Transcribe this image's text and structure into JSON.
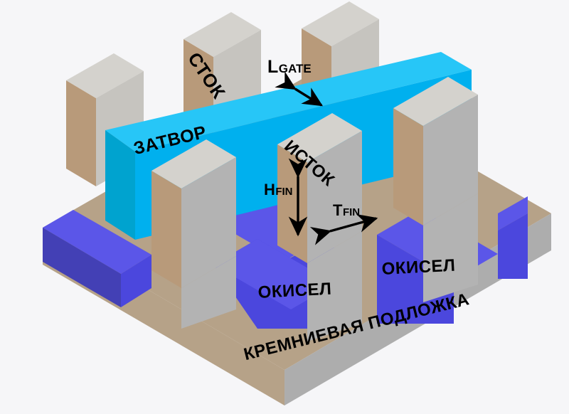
{
  "diagram": {
    "title": "FinFET transistor structure",
    "background_color": "#f6f6f8",
    "labels": {
      "gate": "ЗАТВОР",
      "drain": "СТОК",
      "source": "ИСТОК",
      "oxide_left": "ОКИСЕЛ",
      "oxide_right": "ОКИСЕЛ",
      "substrate": "КРЕМНИЕВАЯ ПОДЛОЖКА",
      "l_gate_main": "L",
      "l_gate_sub": "GATE",
      "h_fin_main": "H",
      "h_fin_sub": "FIN",
      "t_fin_main": "T",
      "t_fin_sub": "FIN"
    },
    "colors": {
      "gate_top": "#27c6f7",
      "gate_front": "#00b0ee",
      "gate_side": "#00a3cf",
      "fin_top": "#d4d2cd",
      "fin_left": "#b89a7a",
      "fin_right": "#b3b3b3",
      "oxide_top": "#5b56e8",
      "oxide_front": "#4340b5",
      "oxide_face": "#4b47dd",
      "substrate_top": "#b6a288",
      "substrate_front": "#adadad",
      "substrate_side": "#9d9d9d",
      "arrow": "#000000"
    },
    "dimension_markers": [
      {
        "name": "L_GATE",
        "meaning": "gate length",
        "orientation": "diagonal-down-right"
      },
      {
        "name": "H_FIN",
        "meaning": "fin height",
        "orientation": "vertical"
      },
      {
        "name": "T_FIN",
        "meaning": "fin thickness",
        "orientation": "diagonal-up-right"
      }
    ],
    "fins": {
      "back_row_count": 3,
      "front_row_count": 3
    }
  }
}
